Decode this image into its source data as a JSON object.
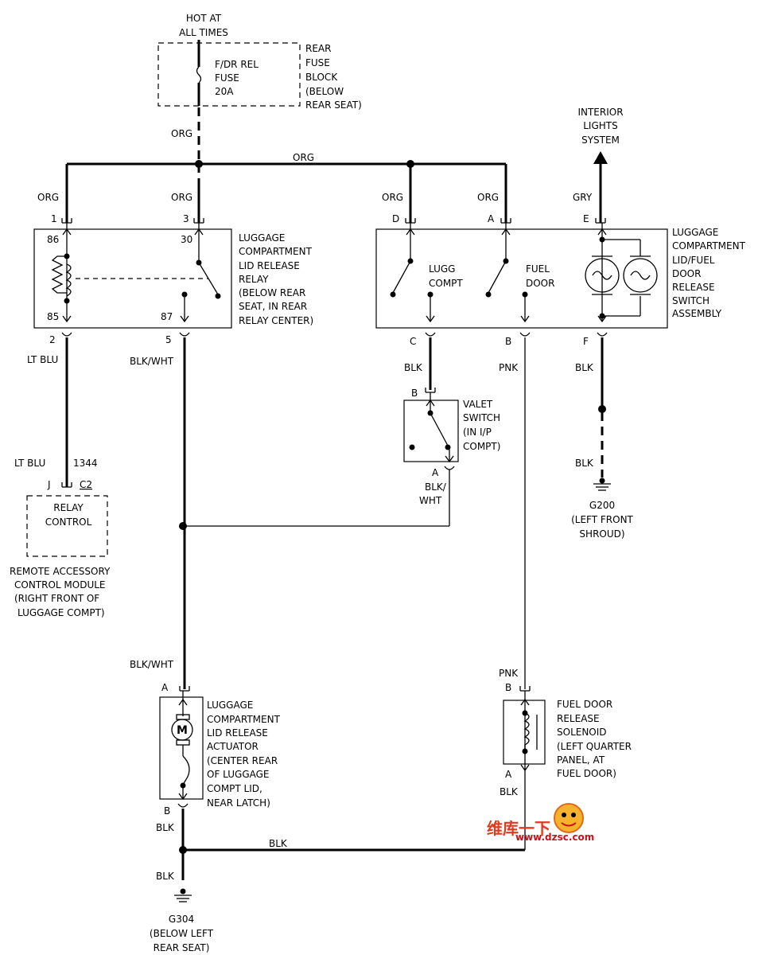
{
  "labels": {
    "hot_at_1": "HOT AT",
    "hot_at_2": "ALL TIMES",
    "fuse_1": "F/DR REL",
    "fuse_2": "FUSE",
    "fuse_3": "20A",
    "fuse_block": [
      "REAR",
      "FUSE",
      "BLOCK",
      "(BELOW",
      "REAR SEAT)"
    ],
    "org_fuse": "ORG",
    "org_bus": "ORG",
    "org_1": "ORG",
    "org_3": "ORG",
    "org_d": "ORG",
    "org_a": "ORG",
    "gry": "GRY",
    "interior_lights": [
      "INTERIOR",
      "LIGHTS",
      "SYSTEM"
    ],
    "pin_1": "1",
    "pin_3": "3",
    "pin_d": "D",
    "pin_a": "A",
    "pin_e": "E",
    "pin_86": "86",
    "pin_30": "30",
    "pin_85": "85",
    "pin_87": "87",
    "relay_label": [
      "LUGGAGE",
      "COMPARTMENT",
      "LID RELEASE",
      "RELAY",
      "(BELOW REAR",
      "SEAT, IN REAR",
      "RELAY CENTER)"
    ],
    "lugg_compt": [
      "LUGG",
      "COMPT"
    ],
    "fuel_door": [
      "FUEL",
      "DOOR"
    ],
    "switch_assembly": [
      "LUGGAGE",
      "COMPARTMENT",
      "LID/FUEL",
      "DOOR",
      "RELEASE",
      "SWITCH",
      "ASSEMBLY"
    ],
    "pin_2": "2",
    "pin_5": "5",
    "pin_c": "C",
    "pin_b": "B",
    "pin_f": "F",
    "lt_blu_1": "LT BLU",
    "blk_wht_1": "BLK/WHT",
    "blk_c": "BLK",
    "pnk_1": "PNK",
    "blk_f": "BLK",
    "valet_pin_b": "B",
    "valet_label": [
      "VALET",
      "SWITCH",
      "(IN I/P",
      "COMPT)"
    ],
    "valet_pin_a": "A",
    "blk_wht_2a": "BLK/",
    "blk_wht_2b": "WHT",
    "blk_g200": "BLK",
    "g200": [
      "G200",
      "(LEFT FRONT",
      "SHROUD)"
    ],
    "lt_blu_2": "LT BLU",
    "circuit_1344": "1344",
    "pin_j": "J",
    "c2": "C2",
    "relay_control": [
      "RELAY",
      "CONTROL"
    ],
    "module_label": [
      "REMOTE ACCESSORY",
      "CONTROL MODULE",
      "(RIGHT FRONT OF",
      "LUGGAGE COMPT)"
    ],
    "blk_wht_3": "BLK/WHT",
    "actuator_pin_a": "A",
    "motor_m": "M",
    "actuator_label": [
      "LUGGAGE",
      "COMPARTMENT",
      "LID RELEASE",
      "ACTUATOR",
      "(CENTER REAR",
      "OF LUGGAGE",
      "COMPT LID,",
      "NEAR LATCH)"
    ],
    "actuator_pin_b": "B",
    "blk_act": "BLK",
    "pnk_2": "PNK",
    "sol_pin_b": "B",
    "solenoid_label": [
      "FUEL DOOR",
      "RELEASE",
      "SOLENOID",
      "(LEFT QUARTER",
      "PANEL, AT",
      "FUEL DOOR)"
    ],
    "sol_pin_a": "A",
    "blk_sol": "BLK",
    "blk_bottom": "BLK",
    "blk_g304": "BLK",
    "g304": [
      "G304",
      "(BELOW LEFT",
      "REAR SEAT)"
    ]
  },
  "watermark": {
    "line1": "维库一下",
    "line2": "www.dzsc.com"
  }
}
